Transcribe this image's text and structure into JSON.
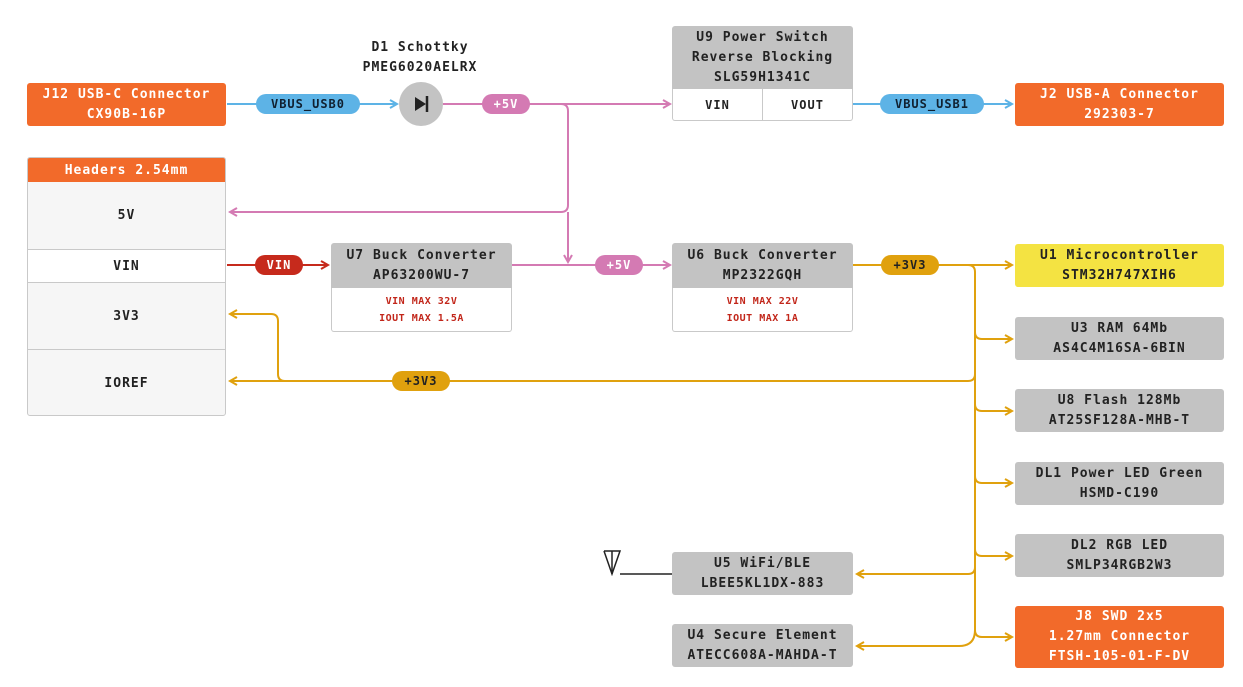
{
  "diagram": {
    "j12": {
      "line1": "J12 USB-C Connector",
      "line2": "CX90B-16P"
    },
    "d1": {
      "line1": "D1 Schottky",
      "line2": "PMEG6020AELRX"
    },
    "u9": {
      "line1": "U9 Power Switch",
      "line2": "Reverse Blocking",
      "line3": "SLG59H1341C",
      "pin_in": "VIN",
      "pin_out": "VOUT"
    },
    "j2": {
      "line1": "J2 USB-A Connector",
      "line2": "292303-7"
    },
    "headers": {
      "title": "Headers 2.54mm",
      "pins": [
        "5V",
        "VIN",
        "3V3",
        "IOREF"
      ]
    },
    "u7": {
      "line1": "U7 Buck Converter",
      "line2": "AP63200WU-7",
      "spec1": "VIN MAX 32V",
      "spec2": "IOUT MAX 1.5A"
    },
    "u6": {
      "line1": "U6 Buck Converter",
      "line2": "MP2322GQH",
      "spec1": "VIN MAX 22V",
      "spec2": "IOUT MAX 1A"
    },
    "u1": {
      "line1": "U1 Microcontroller",
      "line2": "STM32H747XIH6"
    },
    "u3": {
      "line1": "U3 RAM 64Mb",
      "line2": "AS4C4M16SA-6BIN"
    },
    "u8": {
      "line1": "U8 Flash 128Mb",
      "line2": "AT25SF128A-MHB-T"
    },
    "dl1": {
      "line1": "DL1 Power LED Green",
      "line2": "HSMD-C190"
    },
    "dl2": {
      "line1": "DL2 RGB LED",
      "line2": "SMLP34RGB2W3"
    },
    "j8": {
      "line1": "J8 SWD 2x5",
      "line2": "1.27mm Connector",
      "line3": "FTSH-105-01-F-DV"
    },
    "u5": {
      "line1": "U5 WiFi/BLE",
      "line2": "LBEE5KL1DX-883"
    },
    "u4": {
      "line1": "U4 Secure Element",
      "line2": "ATECC608A-MAHDA-T"
    }
  },
  "nets": {
    "vbus_usb0": "VBUS_USB0",
    "vbus_usb1": "VBUS_USB1",
    "plus5v_a": "+5V",
    "plus5v_b": "+5V",
    "vin": "VIN",
    "plus3v3_a": "+3V3",
    "plus3v3_b": "+3V3"
  },
  "colors": {
    "connector": "#f26a2a",
    "component": "#c3c3c3",
    "microcontroller": "#f4e342",
    "vbus": "#5db3e6",
    "rail_5v": "#d47ab3",
    "rail_vin": "#c62a1c",
    "rail_3v3": "#e0a10e"
  },
  "icons": {
    "diode": "diode-icon",
    "antenna": "antenna-icon"
  }
}
